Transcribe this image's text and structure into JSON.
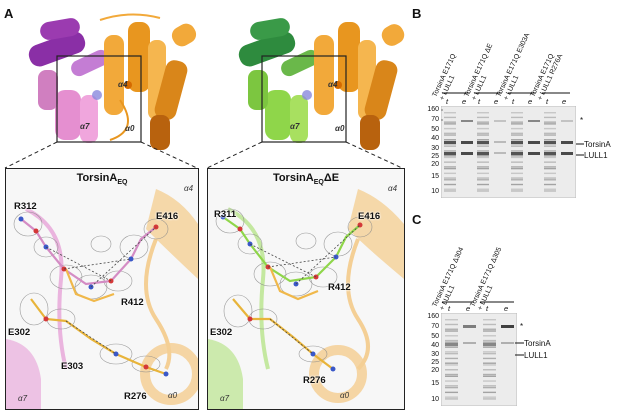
{
  "panels": {
    "A": "A",
    "B": "B",
    "C": "C"
  },
  "panelA": {
    "left_structure_labels": [
      "α4",
      "α7",
      "α0"
    ],
    "right_structure_labels": [
      "α4",
      "α7",
      "α0"
    ],
    "left_inset": {
      "title_main": "TorsinA",
      "title_sub": "EQ",
      "residues": [
        "R312",
        "E416",
        "R412",
        "E302",
        "E303",
        "R276"
      ],
      "helices": [
        "α4",
        "α7",
        "α0"
      ]
    },
    "right_inset": {
      "title_main": "TorsinA",
      "title_sub": "EQ",
      "title_suffix": "ΔE",
      "residues": [
        "R311",
        "E416",
        "R412",
        "E302",
        "R276"
      ],
      "helices": [
        "α4",
        "α7",
        "α0"
      ]
    }
  },
  "panelB": {
    "columns": [
      [
        "TorsinA E171Q",
        "+ LULL1"
      ],
      [
        "TorsinA E171Q ΔE",
        "+ LULL1"
      ],
      [
        "TorsinA E171Q E303A",
        "+ LULL1"
      ],
      [
        "TorsinA E171Q",
        "+ LULL1 R276A"
      ]
    ],
    "lanes": [
      "t",
      "e",
      "t",
      "e",
      "t",
      "e",
      "t",
      "e"
    ],
    "markers": [
      "160",
      "70",
      "50",
      "40",
      "30",
      "25",
      "20",
      "15",
      "10"
    ],
    "star": "*",
    "bands": [
      "TorsinA",
      "LULL1"
    ]
  },
  "panelC": {
    "columns": [
      [
        "TorsinA E171Q Δ304",
        "+ LULL1"
      ],
      [
        "TorsinA E171Q Δ305",
        "+ LULL1"
      ]
    ],
    "lanes": [
      "t",
      "e",
      "t",
      "e"
    ],
    "markers": [
      "160",
      "70",
      "50",
      "40",
      "30",
      "25",
      "20",
      "15",
      "10"
    ],
    "star": "*",
    "bands": [
      "TorsinA",
      "LULL1"
    ]
  },
  "colors": {
    "torsin_eq": "#e58fd0",
    "torsin_eq_helix": "#9b3bb0",
    "torsin_de": "#8fd64a",
    "torsin_de_helix": "#2e8b3e",
    "lull1": "#f2a93a",
    "lull1_dark": "#b8620e",
    "mesh": "#7a7a7a"
  }
}
